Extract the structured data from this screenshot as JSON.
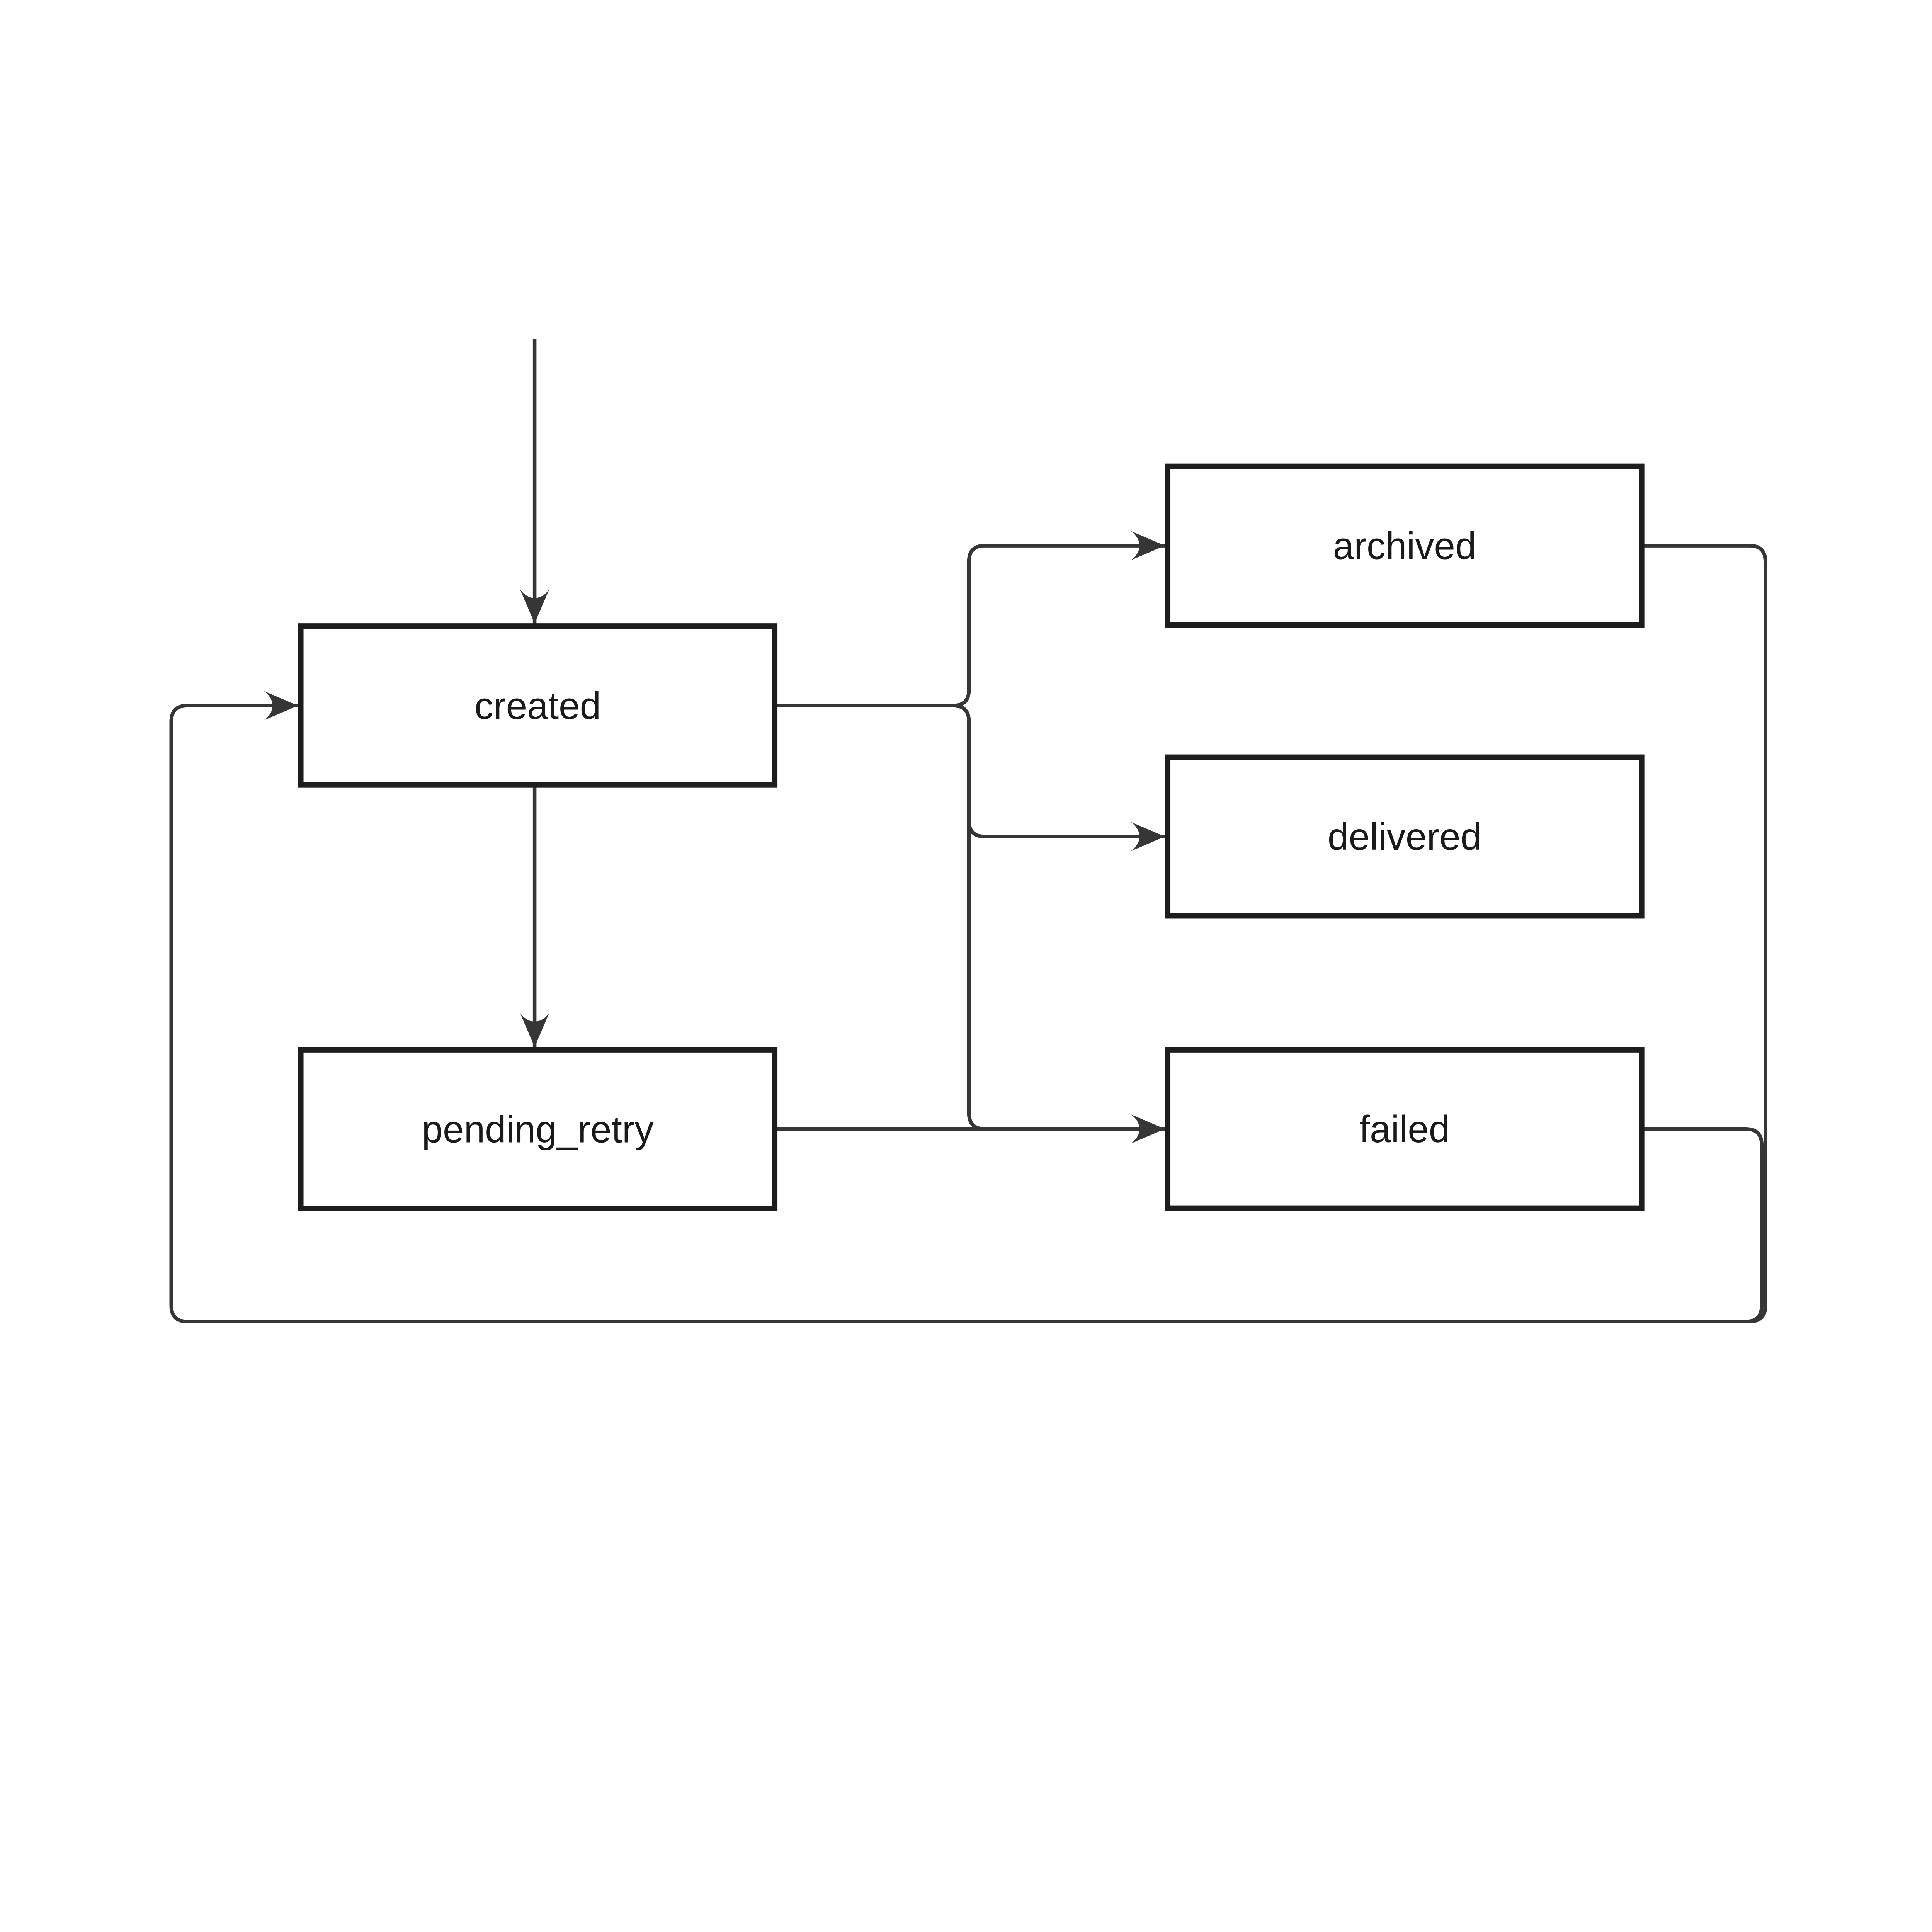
{
  "diagram": {
    "type": "flowchart-state-diagram",
    "background": "#ffffff",
    "colors": {
      "edge-color": "#363636",
      "node-border": "#1d1d1d",
      "node-fill": "#ffffff",
      "text-color": "#1a1a1a"
    },
    "nodes": [
      {
        "id": "created",
        "label": "created"
      },
      {
        "id": "pending_retry",
        "label": "pending_retry"
      },
      {
        "id": "archived",
        "label": "archived"
      },
      {
        "id": "delivered",
        "label": "delivered"
      },
      {
        "id": "failed",
        "label": "failed"
      }
    ],
    "edges": [
      {
        "from": "start",
        "to": "created"
      },
      {
        "from": "created",
        "to": "pending_retry"
      },
      {
        "from": "created",
        "to": "archived"
      },
      {
        "from": "created",
        "to": "delivered"
      },
      {
        "from": "created",
        "to": "failed"
      },
      {
        "from": "pending_retry",
        "to": "failed"
      },
      {
        "from": "archived",
        "to": "created"
      },
      {
        "from": "failed",
        "to": "created"
      }
    ]
  }
}
